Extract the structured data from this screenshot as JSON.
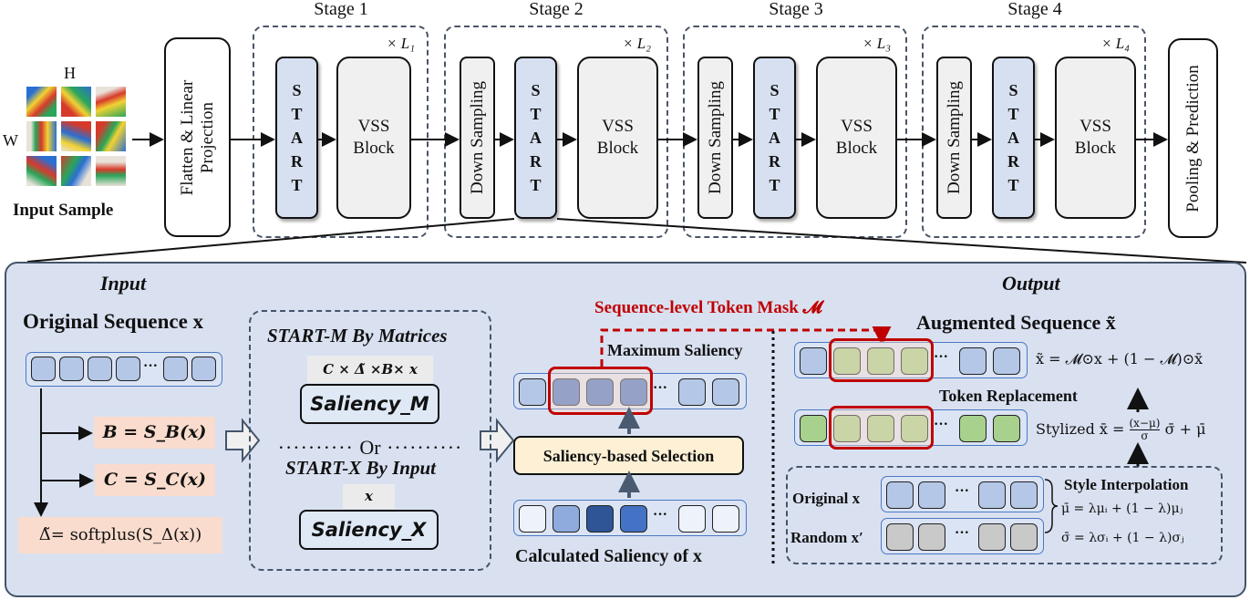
{
  "top": {
    "input_sample": {
      "label": "Input Sample",
      "h_label": "H",
      "w_label": "W",
      "patch_grid": "3x3"
    },
    "flatten": "Flatten & Linear Projection",
    "stages": [
      {
        "title": "Stage 1",
        "repeat": "× L₁",
        "has_downsampling": false
      },
      {
        "title": "Stage 2",
        "repeat": "× L₂",
        "has_downsampling": true
      },
      {
        "title": "Stage 3",
        "repeat": "× L₃",
        "has_downsampling": true
      },
      {
        "title": "Stage 4",
        "repeat": "× L₄",
        "has_downsampling": true
      }
    ],
    "start_letters": "S\nT\nA\nR\nT",
    "vss_block": "VSS\nBlock",
    "down_sampling": "Down Sampling",
    "pooling": "Pooling & Prediction"
  },
  "detail": {
    "input_title": "Input",
    "original_sequence": "Original Sequence x",
    "eq_b": "B = S_B(x)",
    "eq_c": "C = S_C(x)",
    "eq_delta": "Δ̃= softplus(S_Δ(x))",
    "start_m_title": "START-M By Matrices",
    "start_m_formula": "C × Δ̃ ×B× x",
    "saliency_m": "Saliency_M",
    "or_label": "Or",
    "start_x_title": "START-X By Input",
    "start_x_formula": "x",
    "saliency_x": "Saliency_X",
    "mask_label": "Sequence-level Token Mask 𝓜",
    "max_saliency": "Maximum Saliency",
    "selection": "Saliency-based Selection",
    "calc_saliency": "Calculated Saliency of x",
    "output_title": "Output",
    "augmented_sequence": "Augmented Sequence x̃",
    "aug_eq": "x̃ = 𝓜⊙x + (1 − 𝓜)⊙x̄",
    "token_replacement": "Token Replacement",
    "stylized_eq_prefix": "Stylized x̄ =",
    "stylized_num": "(x−μ)",
    "stylized_den": "σ",
    "stylized_suffix": "σ̄ + μ̄",
    "original_x": "Original x",
    "random_x": "Random x′",
    "style_interp": "Style Interpolation",
    "mu_eq": "μ̄ = λμᵢ + (1 − λ)μⱼ",
    "sigma_eq": "σ̄ = λσᵢ + (1 − λ)σⱼ",
    "ellipsis": "···"
  },
  "colors": {
    "start_block": "#d6e0f1",
    "vss_block": "#f0f0f0",
    "panel_bg": "#d9e1f1",
    "mask_red": "#c00000",
    "token_light": "#b4c7e7",
    "token_dark": "#4472c4",
    "token_darkest": "#2f5597",
    "token_green": "#a9d18e",
    "token_gray": "#c9c9c9",
    "peach": "#f9dccd",
    "selection_bg": "#fdf0d5"
  }
}
